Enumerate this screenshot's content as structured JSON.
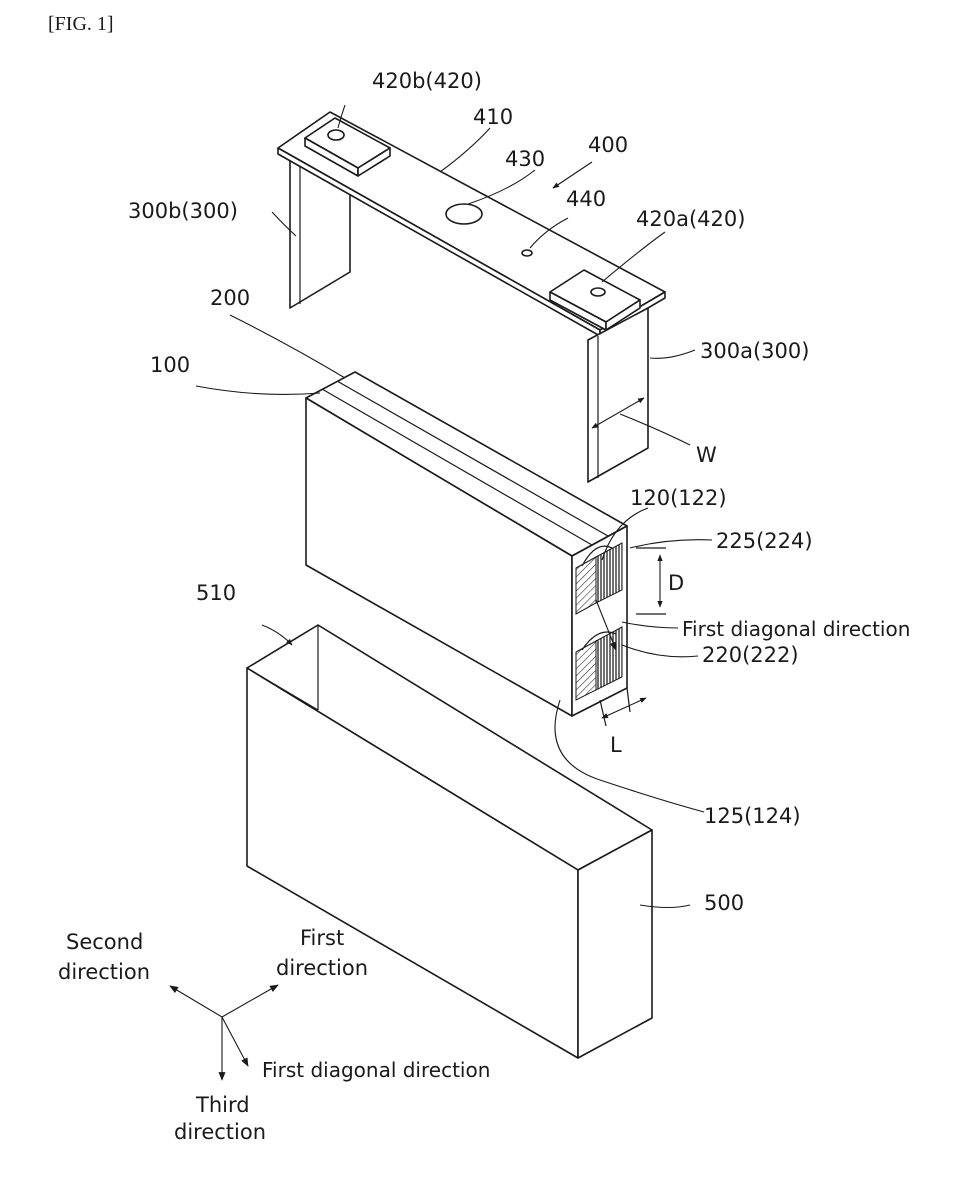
{
  "figure": {
    "label": "[FIG. 1]"
  },
  "labels": {
    "l420b": "420b(420)",
    "l410": "410",
    "l430": "430",
    "l400": "400",
    "l440": "440",
    "l420a": "420a(420)",
    "l300b": "300b(300)",
    "l200": "200",
    "l100": "100",
    "l300a": "300a(300)",
    "lW": "W",
    "l120": "120(122)",
    "l225": "225(224)",
    "lD": "D",
    "lFirstDiag": "First diagonal direction",
    "l510": "510",
    "l220": "220(222)",
    "lL": "L",
    "l125": "125(124)",
    "l500": "500"
  },
  "axes": {
    "second_line1": "Second",
    "second_line2": "direction",
    "first_line1": "First",
    "first_line2": "direction",
    "diagonal": "First diagonal direction",
    "third_line1": "Third",
    "third_line2": "direction"
  }
}
